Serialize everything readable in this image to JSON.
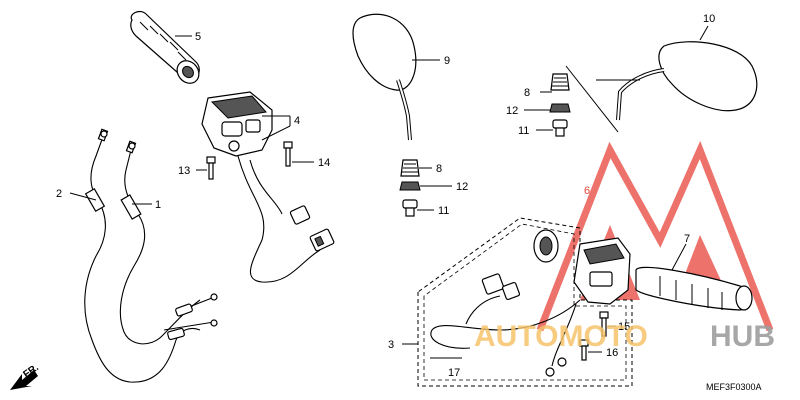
{
  "diagram": {
    "diagram_code": "MEF3F0300A",
    "direction_label": "FR.",
    "part_labels": [
      "1",
      "2",
      "3",
      "4",
      "5",
      "6",
      "7",
      "8",
      "8",
      "9",
      "10",
      "11",
      "11",
      "12",
      "12",
      "13",
      "14",
      "15",
      "16",
      "17"
    ]
  },
  "watermark": {
    "text_left": "AUTOMOTO",
    "text_right": "HUB",
    "color_red": "#e8443a",
    "color_orange": "#f6c26a",
    "color_gray": "#9e9e9e"
  }
}
